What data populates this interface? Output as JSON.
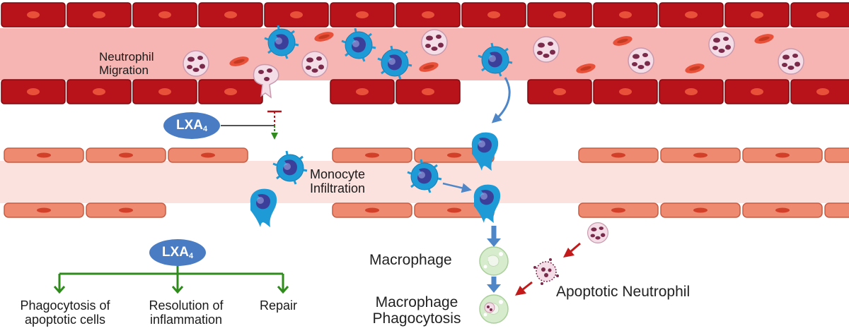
{
  "labels": {
    "neutrophil_migration_line1": "Neutrophil",
    "neutrophil_migration_line2": "Migration",
    "lxa4_main": "LXA",
    "lxa4_sub": "4",
    "monocyte_line1": "Monocyte",
    "monocyte_line2": "Infiltration",
    "macrophage": "Macrophage",
    "macrophage_phago_line1": "Macrophage",
    "macrophage_phago_line2": "Phagocytosis",
    "apoptotic_neutrophil": "Apoptotic Neutrophil",
    "outcome_1_line1": "Phagocytosis of",
    "outcome_1_line2": "apoptotic cells",
    "outcome_2_line1": "Resolution of",
    "outcome_2_line2": "inflammation",
    "outcome_3": "Repair"
  },
  "colors": {
    "rbc_tile": "#b8121b",
    "rbc_nucleus": "#e8503a",
    "vessel_lumen": "#f6b5b2",
    "endothelial": "#ee8a6f",
    "endothelial_lumen": "#fbe2df",
    "lxa4_pill": "#4a7cc4",
    "green_arrow": "#2e8b1c",
    "blue_arrow": "#4e86c8",
    "red_arrow": "#c21a1a",
    "monocyte": "#1e9ad6",
    "monocyte_nucleus": "#3c3f9a",
    "neutrophil": "#f4dde6",
    "neutrophil_granule": "#7a2a4a"
  },
  "icons": {
    "neutrophil": "neutrophil-cell-icon",
    "monocyte": "monocyte-cell-icon",
    "macrophage": "macrophage-cell-icon",
    "red_blood_cell": "red-blood-cell-icon"
  }
}
